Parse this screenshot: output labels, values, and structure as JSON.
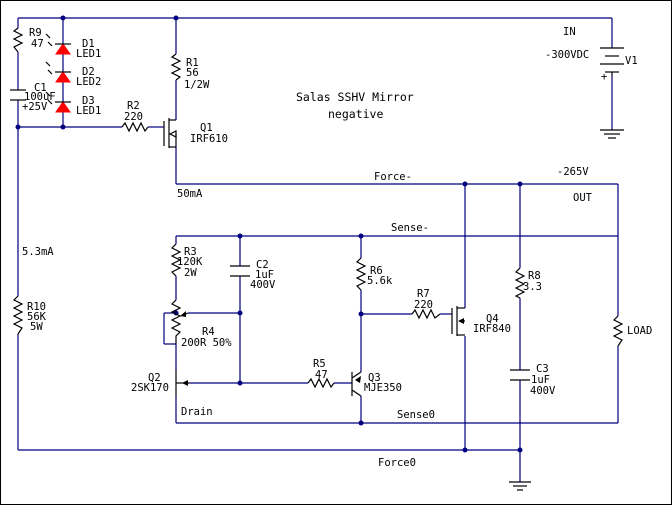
{
  "title": {
    "line1": "Salas SSHV Mirror",
    "line2": "negative"
  },
  "labels": {
    "in": "IN",
    "in_voltage": "-300VDC",
    "out": "OUT",
    "out_voltage": "-265V",
    "force_neg": "Force-",
    "sense_neg": "Sense-",
    "sense_zero": "Sense0",
    "force_zero": "Force0",
    "current_50": "50mA",
    "current_5": "5.3mA",
    "drain": "Drain"
  },
  "components": {
    "R9": {
      "ref": "R9",
      "value": "47"
    },
    "D1": {
      "ref": "D1",
      "value": "LED1"
    },
    "D2": {
      "ref": "D2",
      "value": "LED2"
    },
    "D3": {
      "ref": "D3",
      "value": "LED1"
    },
    "C1": {
      "ref": "C1",
      "value": "100uF",
      "rating": "+25V"
    },
    "R1": {
      "ref": "R1",
      "value": "56",
      "rating": "1/2W"
    },
    "R2": {
      "ref": "R2",
      "value": "220"
    },
    "Q1": {
      "ref": "Q1",
      "value": "IRF610"
    },
    "V1": {
      "ref": "V1"
    },
    "R3": {
      "ref": "R3",
      "value": "120K",
      "rating": "2W"
    },
    "C2": {
      "ref": "C2",
      "value": "1uF",
      "rating": "400V"
    },
    "R4": {
      "ref": "R4",
      "value": "200R 50%"
    },
    "Q2": {
      "ref": "Q2",
      "value": "2SK170"
    },
    "R5": {
      "ref": "R5",
      "value": "47"
    },
    "Q3": {
      "ref": "Q3",
      "value": "MJE350"
    },
    "R6": {
      "ref": "R6",
      "value": "5.6k"
    },
    "R7": {
      "ref": "R7",
      "value": "220"
    },
    "Q4": {
      "ref": "Q4",
      "value": "IRF840"
    },
    "R8": {
      "ref": "R8",
      "value": "3.3"
    },
    "C3": {
      "ref": "C3",
      "value": "1uF",
      "rating": "400V"
    },
    "R10": {
      "ref": "R10",
      "value": "56K",
      "rating": "5W"
    },
    "LOAD": {
      "ref": "LOAD"
    }
  },
  "colors": {
    "wire": "#000080",
    "component": "#000000",
    "led": "#ff0000",
    "background": "#ffffff"
  }
}
